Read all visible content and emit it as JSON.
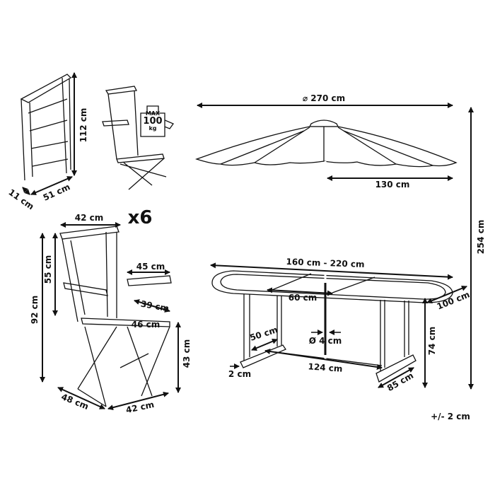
{
  "umbrella": {
    "diameter": "⌀ 270 cm",
    "radius": "130 cm",
    "height": "254 cm"
  },
  "folded_chair": {
    "height": "112 cm",
    "depth": "11 cm",
    "width": "51 cm"
  },
  "weight_badge": {
    "max": "MAX",
    "value": "100",
    "unit": "kg"
  },
  "quantity": "x6",
  "chair": {
    "top_width": "42 cm",
    "back_height": "55 cm",
    "total_height": "92 cm",
    "armrest": "45 cm",
    "seat_depth": "39 cm",
    "seat_width": "46 cm",
    "seat_height": "43 cm",
    "base_depth": "48 cm",
    "base_width": "42 cm"
  },
  "table": {
    "length": "160 cm - 220 cm",
    "extension": "60 cm",
    "width": "100 cm",
    "leg_span": "50 cm",
    "pole_hole": "Ø 4 cm",
    "height": "74 cm",
    "foot": "2 cm",
    "inner_length": "124 cm",
    "foot_length": "85 cm"
  },
  "tolerance": "+/- 2 cm",
  "colors": {
    "line": "#111111",
    "background": "#ffffff"
  }
}
